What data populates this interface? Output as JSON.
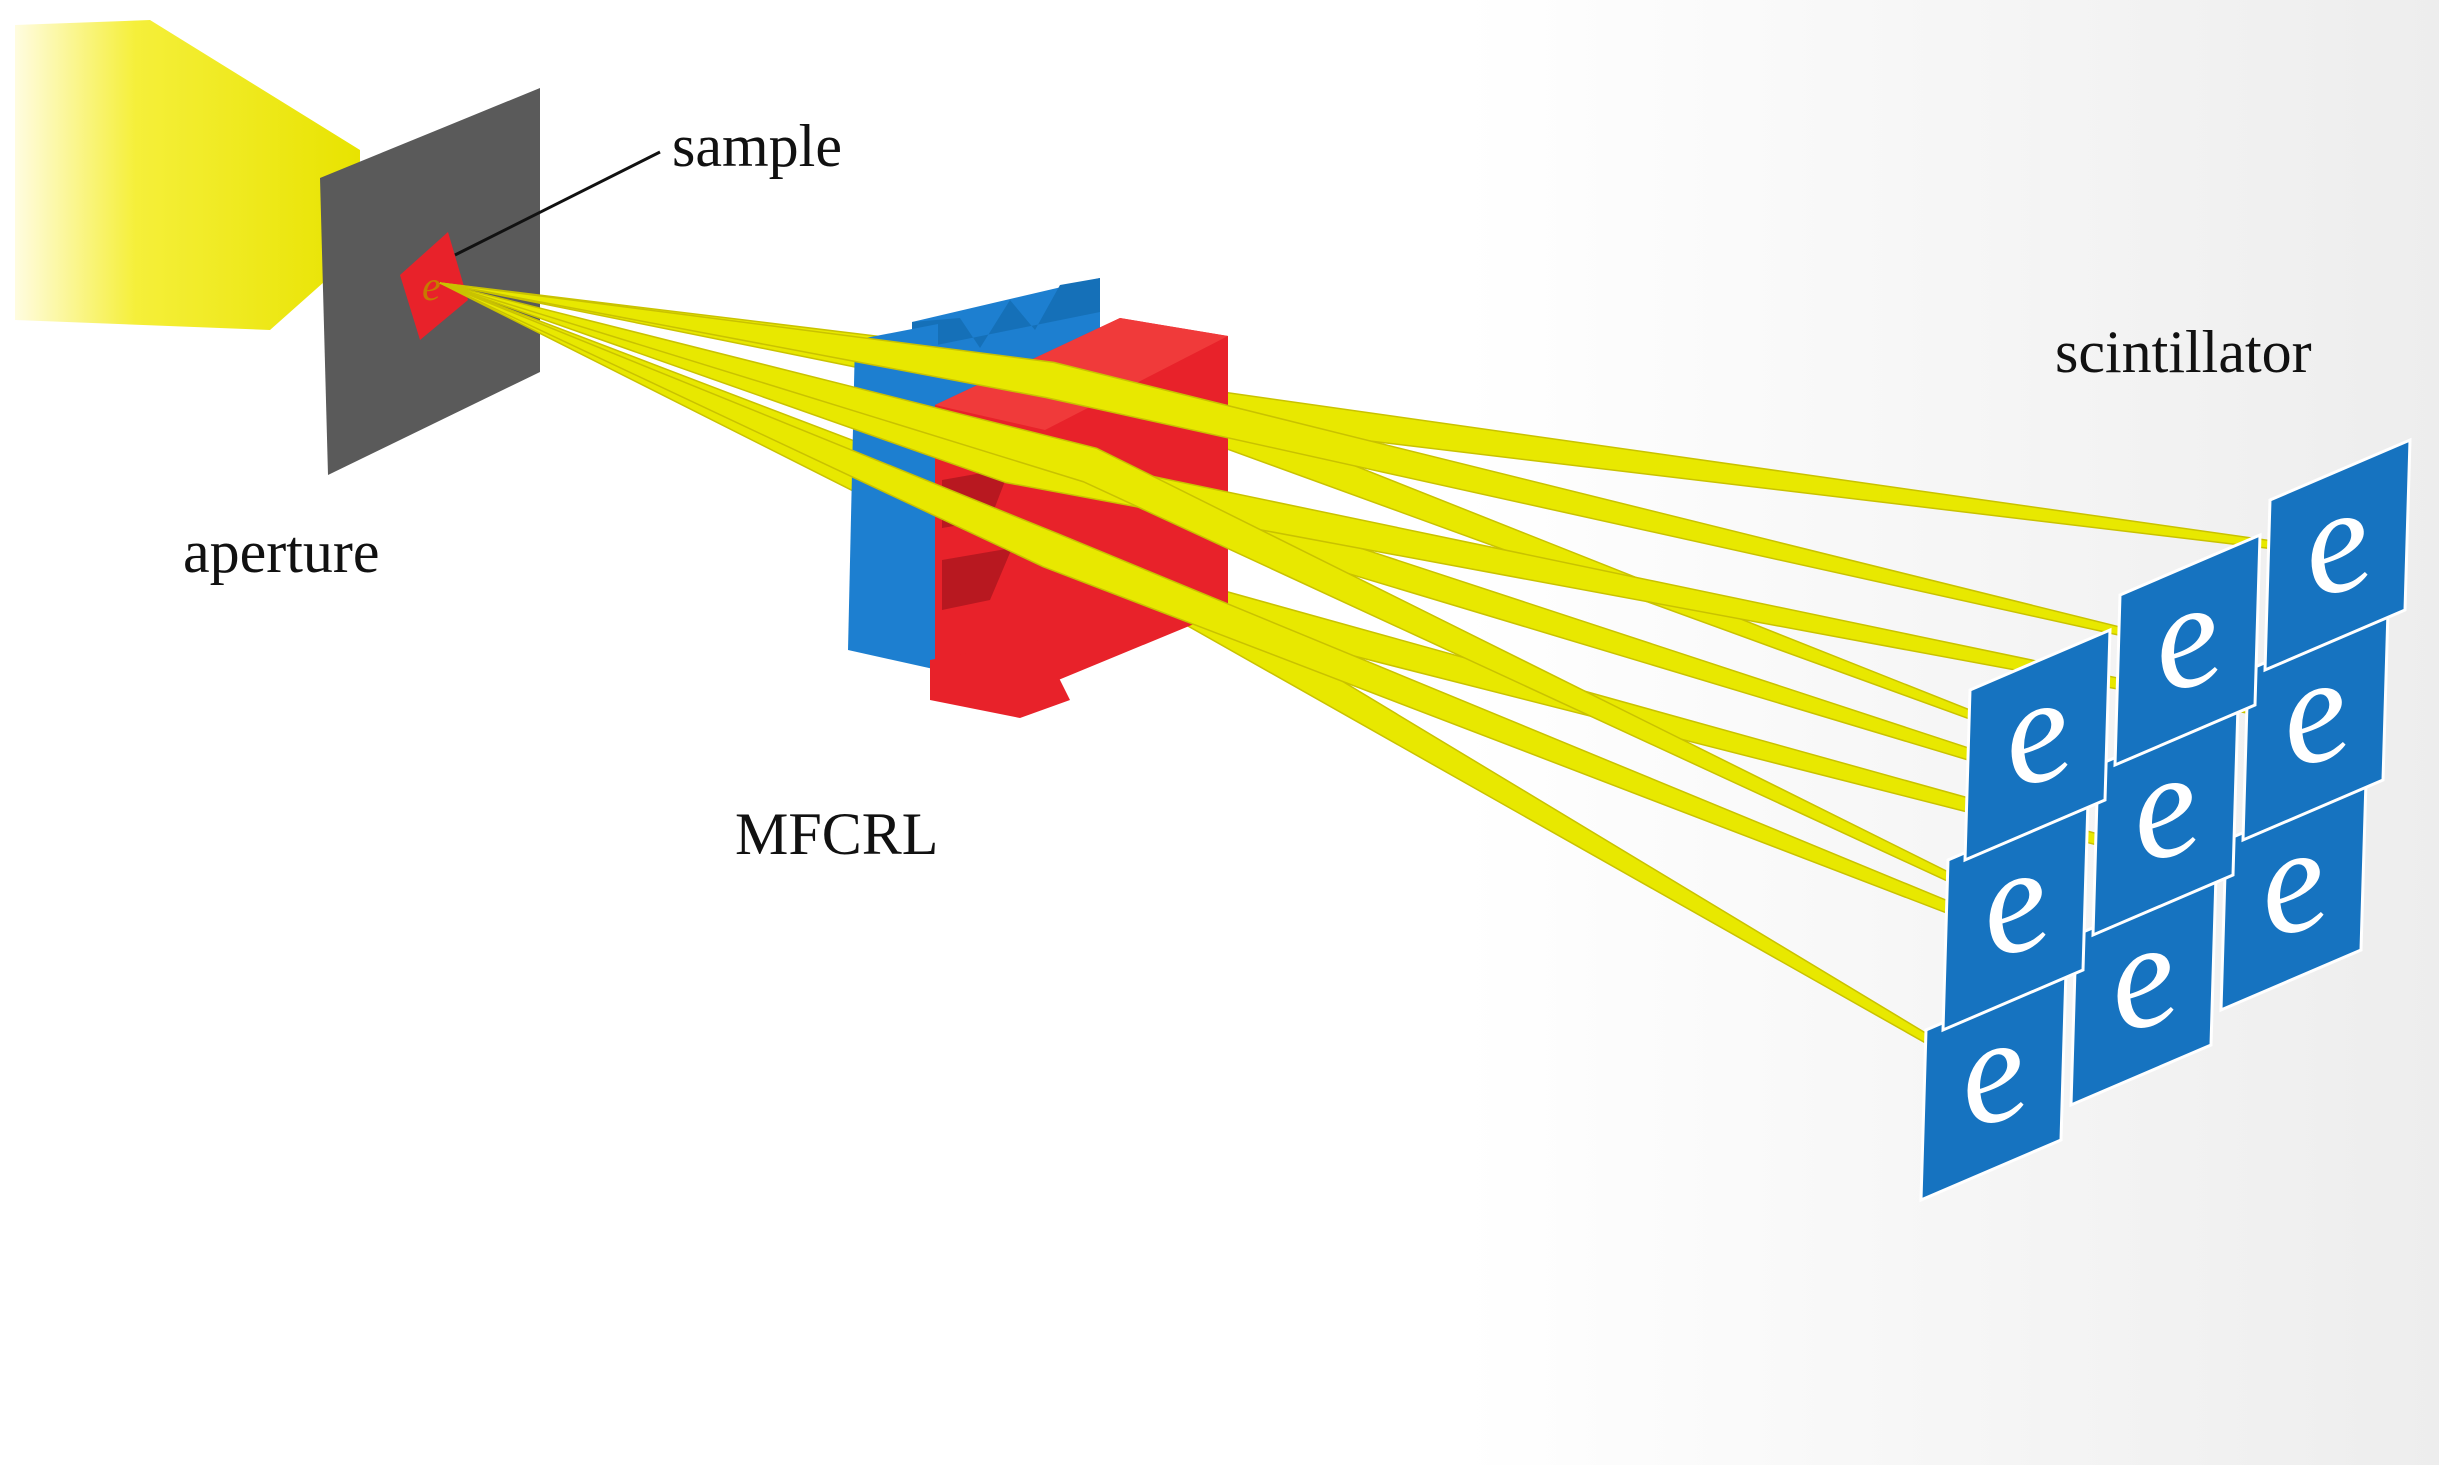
{
  "labels": {
    "sample": "sample",
    "aperture": "aperture",
    "lens": "MFCRL",
    "detector": "scintillator"
  },
  "image_glyph": "e",
  "colors": {
    "beam": "#e8e800",
    "beam_edge": "#c9c200",
    "aperture": "#5a5a5a",
    "sample": "#e8222a",
    "lens_blue": "#1d7fd0",
    "lens_red": "#e8222a",
    "tile": "#1673c0",
    "text": "#111111"
  }
}
